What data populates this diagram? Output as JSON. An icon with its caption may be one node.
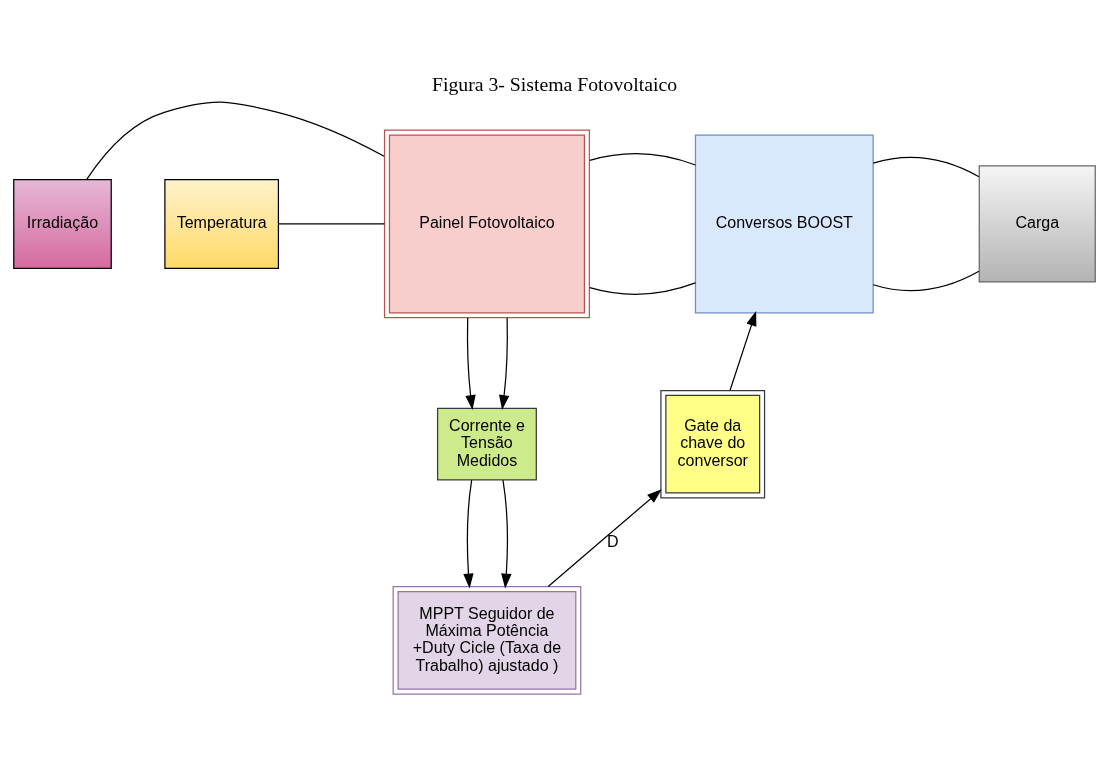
{
  "diagram": {
    "title": "Figura 3- Sistema Fotovoltaico",
    "nodes": [
      {
        "text": [
          "Irradiação"
        ]
      },
      {
        "text": [
          "Temperatura"
        ]
      },
      {
        "text": [
          "Painel Fotovoltaico"
        ]
      },
      {
        "text": [
          "Conversos BOOST"
        ]
      },
      {
        "text": [
          "Carga"
        ]
      },
      {
        "text": [
          "Corrente e Tensão Medidos"
        ]
      },
      {
        "text": [
          "Gate da chave do conversor"
        ]
      },
      {
        "text": [
          "MPPT Seguidor de Máxima Potência +Duty Cicle (Taxa de Trabalho) ajustado )"
        ]
      }
    ],
    "edges": [
      {
        "from": 0,
        "to": 2,
        "arrow": "none"
      },
      {
        "from": 1,
        "to": 2,
        "arrow": "none"
      },
      {
        "from": 2,
        "to": 3,
        "arrow": "none"
      },
      {
        "from": 2,
        "to": 3,
        "arrow": "none"
      },
      {
        "from": 3,
        "to": 4,
        "arrow": "none"
      },
      {
        "from": 3,
        "to": 4,
        "arrow": "none"
      },
      {
        "from": 2,
        "to": 5,
        "arrow": "to"
      },
      {
        "from": 2,
        "to": 5,
        "arrow": "to"
      },
      {
        "from": 5,
        "to": 7,
        "arrow": "to"
      },
      {
        "from": 5,
        "to": 7,
        "arrow": "to"
      },
      {
        "from": 7,
        "to": 6,
        "label": "D",
        "arrow": "to"
      },
      {
        "from": 6,
        "to": 3,
        "arrow": "to"
      }
    ]
  }
}
